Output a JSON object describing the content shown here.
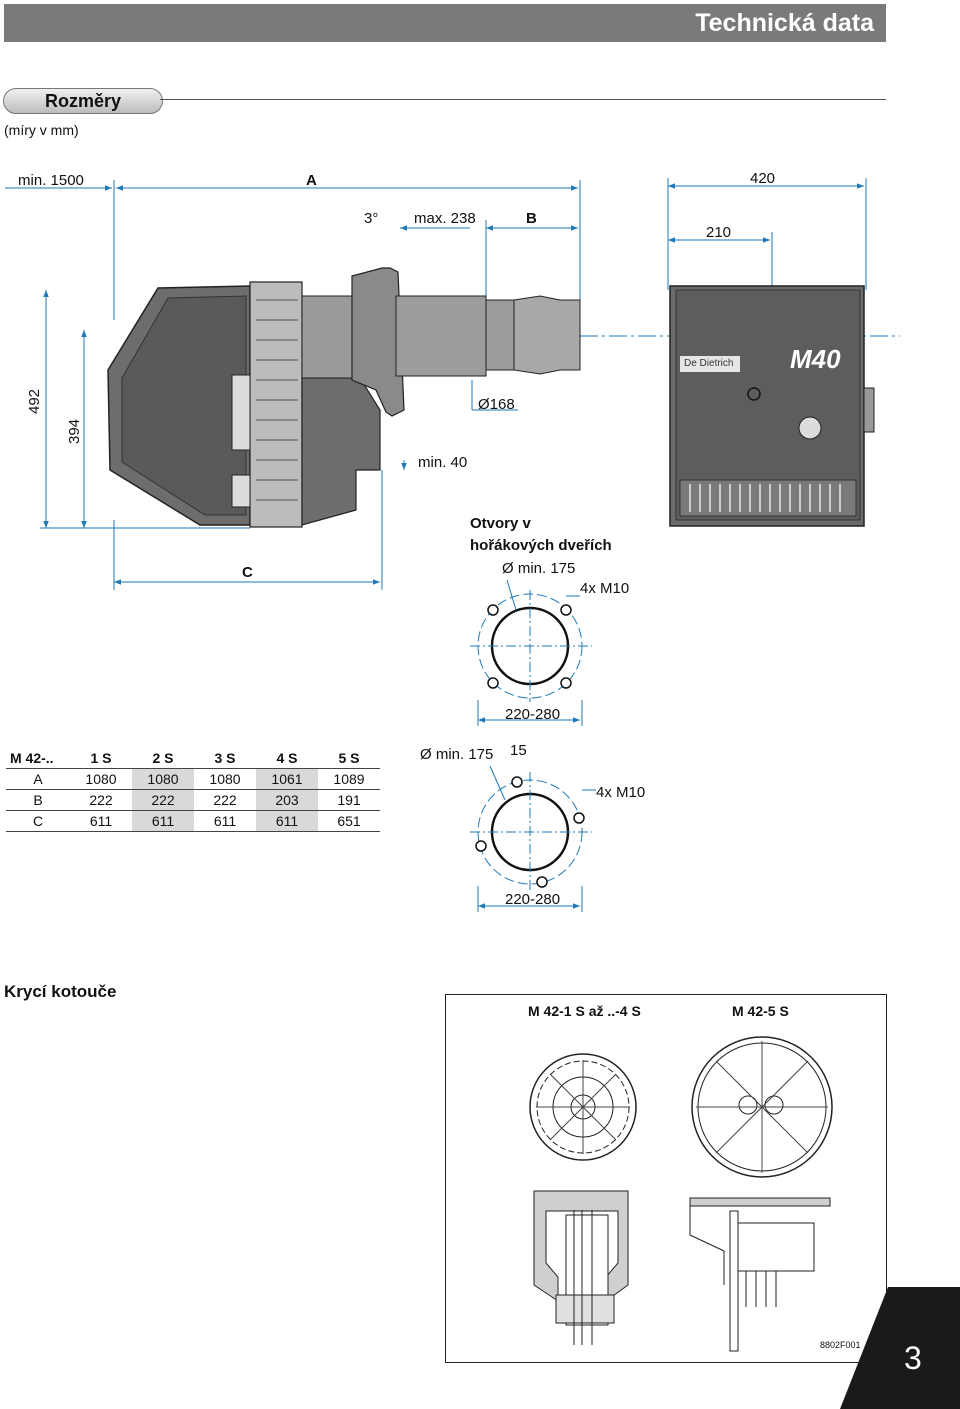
{
  "header": {
    "title": "Technická data"
  },
  "section": {
    "title": "Rozměry",
    "units": "(míry v mm)"
  },
  "drawing": {
    "min_1500": "min. 1500",
    "a": "A",
    "w420": "420",
    "angle": "3°",
    "max238": "max. 238",
    "b": "B",
    "w210": "210",
    "h492": "492",
    "h394": "394",
    "dia168": "Ø168",
    "min40": "min. 40",
    "c": "C",
    "brand": "De Dietrich",
    "model_logo": "M40"
  },
  "door_holes": {
    "title_line1": "Otvory v",
    "title_line2": "hořákových dveřích",
    "dia_min": "Ø min. 175",
    "bolts": "4x M10",
    "range": "220-280"
  },
  "flange2": {
    "dia_min": "Ø min. 175",
    "angle": "15",
    "bolts": "4x M10",
    "range": "220-280"
  },
  "dims_table": {
    "headers": [
      "M 42-..",
      "1 S",
      "2 S",
      "3 S",
      "4 S",
      "5 S"
    ],
    "rows": [
      [
        "A",
        "1080",
        "1080",
        "1080",
        "1061",
        "1089"
      ],
      [
        "B",
        "222",
        "222",
        "222",
        "203",
        "191"
      ],
      [
        "C",
        "611",
        "611",
        "611",
        "611",
        "651"
      ]
    ]
  },
  "covers": {
    "title": "Krycí kotouče",
    "left_label": "M 42-1 S až ..-4 S",
    "right_label": "M 42-5 S",
    "code": "8802F001"
  },
  "page": {
    "number": "3"
  }
}
